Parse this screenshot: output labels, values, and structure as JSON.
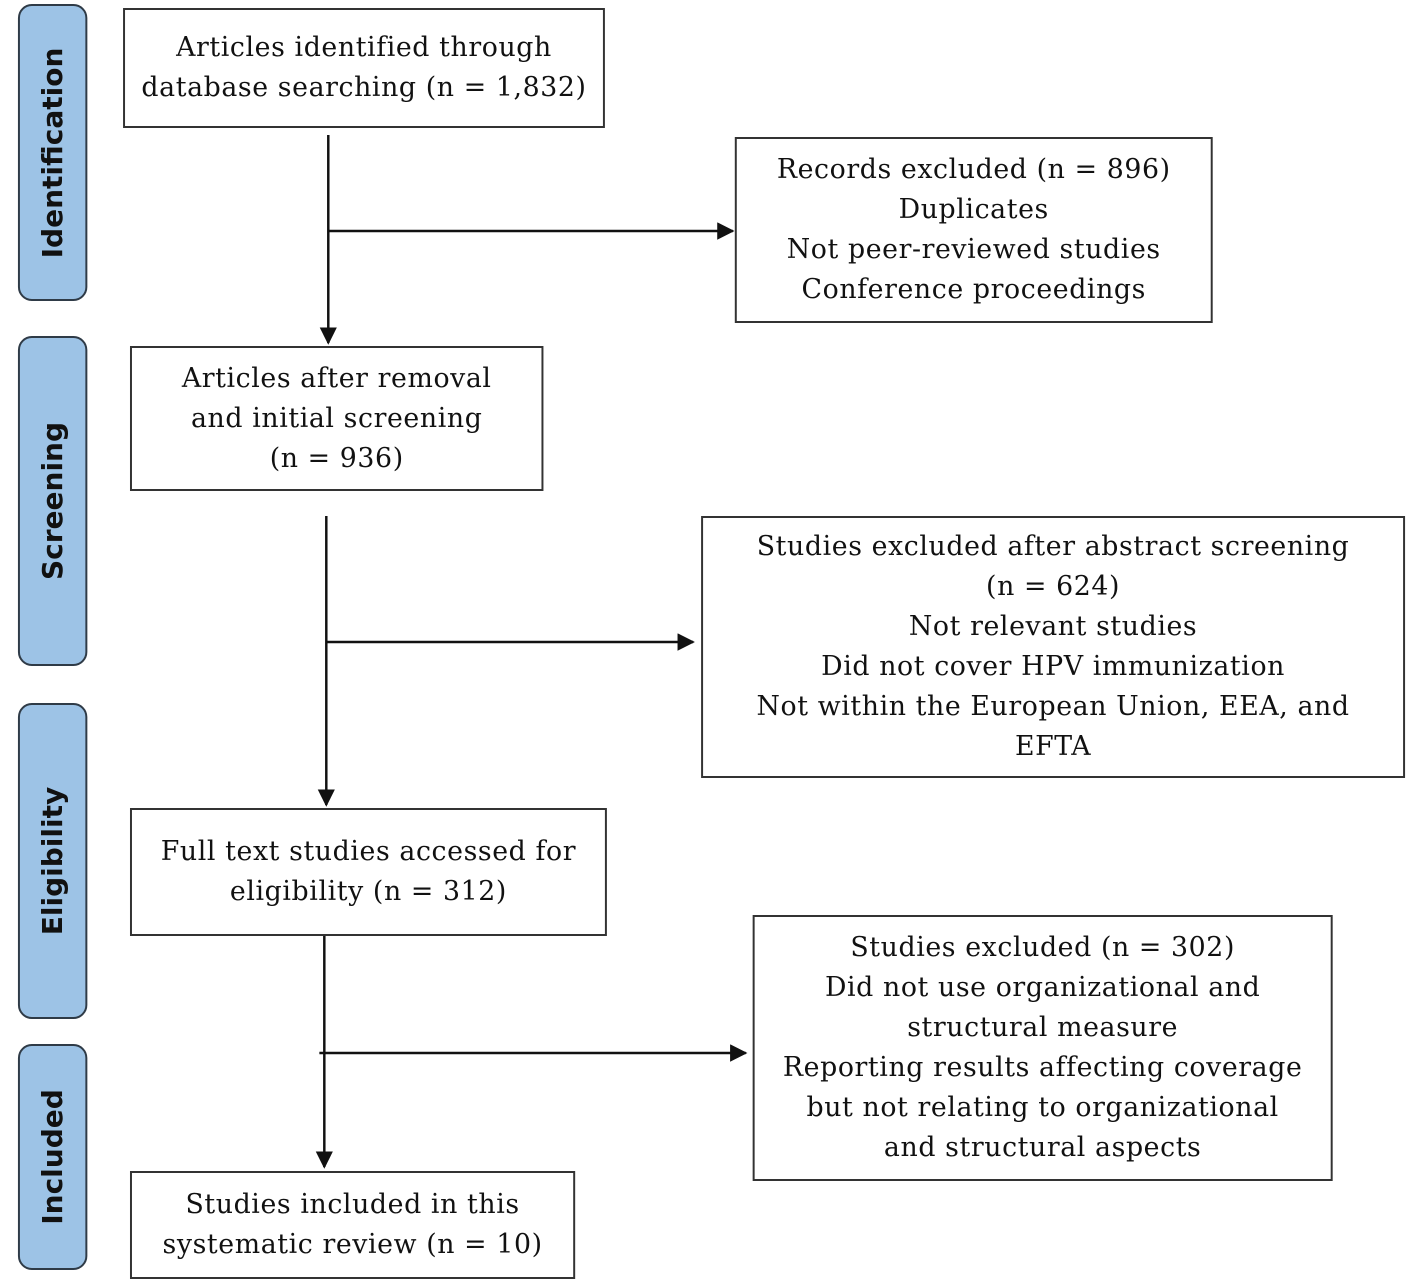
{
  "phases": {
    "identification": "Identification",
    "screening": "Screening",
    "eligibility": "Eligibility",
    "included": "Included"
  },
  "boxes": {
    "identified": {
      "lines": [
        "Articles identified through",
        "database searching (n = 1,832)"
      ]
    },
    "records_excluded": {
      "lines": [
        "Records excluded (n = 896)",
        "Duplicates",
        "Not peer-reviewed studies",
        "Conference proceedings"
      ]
    },
    "after_removal": {
      "lines": [
        "Articles after removal",
        "and initial screening",
        "(n = 936)"
      ]
    },
    "abstract_excluded": {
      "lines": [
        "Studies excluded after abstract screening",
        "(n = 624)",
        "Not relevant studies",
        "Did not cover HPV immunization",
        "Not within the European Union, EEA, and",
        "EFTA"
      ]
    },
    "full_text": {
      "lines": [
        "Full text studies accessed for",
        "eligibility (n = 312)"
      ]
    },
    "studies_excluded": {
      "lines": [
        "Studies excluded (n = 302)",
        "Did not use organizational and",
        "structural measure",
        "Reporting results affecting coverage",
        "but not relating to organizational",
        "and structural aspects"
      ]
    },
    "included": {
      "lines": [
        "Studies included in this",
        "systematic review (n = 10)"
      ]
    }
  }
}
